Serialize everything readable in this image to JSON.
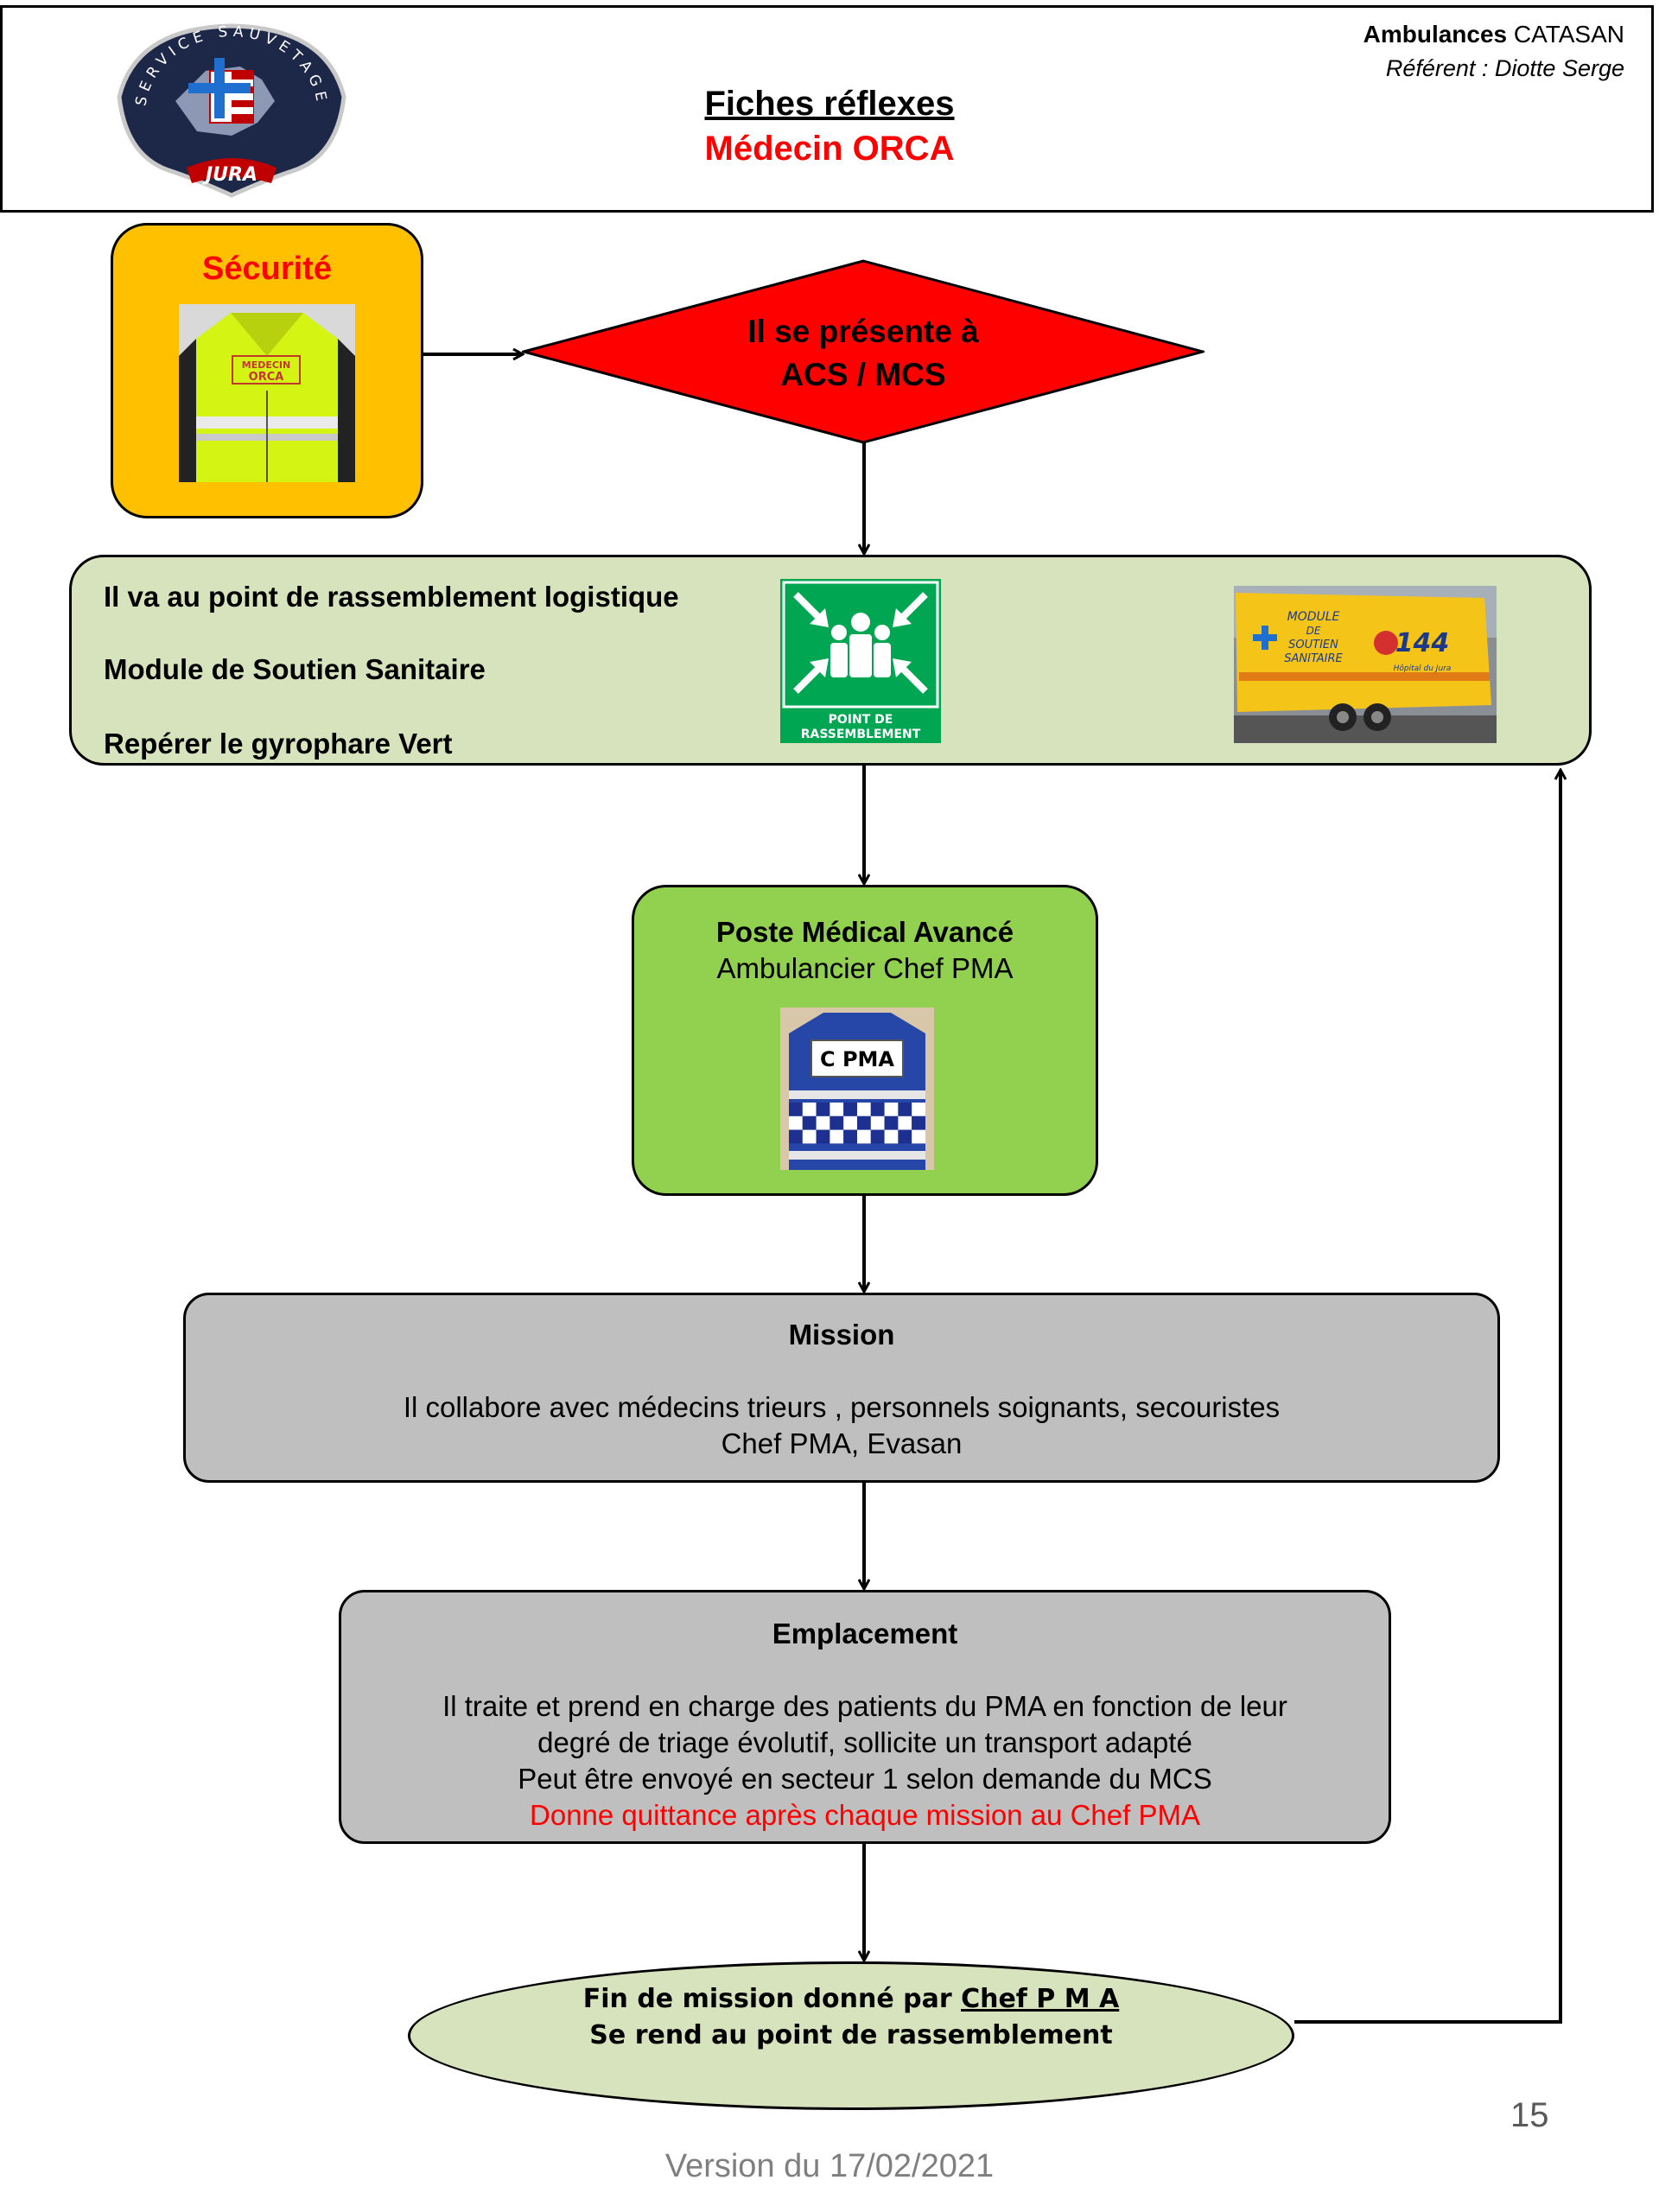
{
  "header": {
    "company_bold": "Ambulances",
    "company_rest": "CATASAN",
    "referent": "Référent : Diotte Serge",
    "title": "Fiches réflexes",
    "subtitle": "Médecin ORCA",
    "logo": {
      "top_text": "SERVICE SAUVETAGE",
      "bottom_text": "JURA"
    }
  },
  "securite": {
    "title": "Sécurité",
    "vest_label_1": "MEDECIN",
    "vest_label_2": "ORCA"
  },
  "decision": {
    "line1": "Il se présente à",
    "line2": "ACS / MCS"
  },
  "rassemblement": {
    "line1": "Il va au point de  rassemblement  logistique",
    "line2": "Module de Soutien Sanitaire",
    "line3": "Repérer le gyrophare Vert",
    "sign_line1": "POINT DE",
    "sign_line2": "RASSEMBLEMENT",
    "trailer_line1": "MODULE",
    "trailer_line2": "DE",
    "trailer_line3": "SOUTIEN",
    "trailer_line4": "SANITAIRE",
    "trailer_number": "144",
    "trailer_hospital": "Hôpital du Jura"
  },
  "pma": {
    "title": "Poste Médical Avancé",
    "subtitle": "Ambulancier Chef PMA",
    "vest_label": "C PMA"
  },
  "mission": {
    "title": "Mission",
    "line1": "Il collabore avec  médecins  trieurs , personnels soignants, secouristes",
    "line2": "Chef  PMA, Evasan"
  },
  "emplacement": {
    "title": "Emplacement",
    "line1": "Il traite et prend en charge des patients du PMA en fonction de leur",
    "line2": "degré de triage évolutif, sollicite un transport adapté",
    "line3": "Peut être envoyé en secteur 1 selon demande du MCS",
    "line4": "Donne quittance après chaque mission au Chef  PMA"
  },
  "fin": {
    "line1_prefix": "Fin de mission donné par ",
    "line1_link": "Chef  P M A",
    "line2": "Se rend au point de rassemblement"
  },
  "footer": {
    "page_number": "15",
    "version": "Version du 17/02/2021"
  },
  "colors": {
    "securite": "#ffc000",
    "decision": "#ff0000",
    "rassemblement": "#d6e3bc",
    "pma": "#92d050",
    "grey_box": "#bfbfbf",
    "accent_red": "#ff0000",
    "sign_green": "#00a651"
  }
}
